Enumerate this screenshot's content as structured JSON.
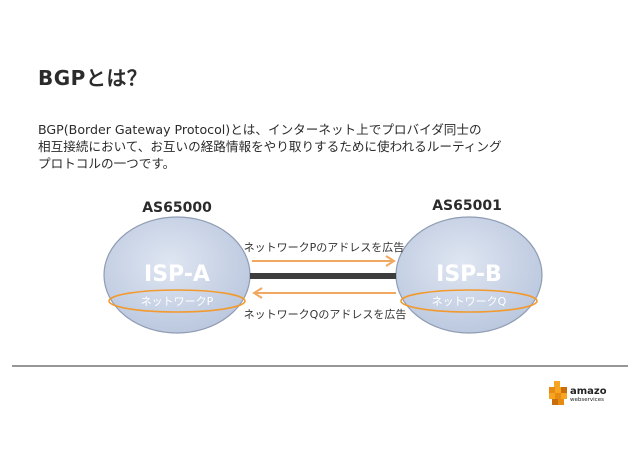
{
  "slide": {
    "title": "BGPとは？",
    "description": [
      "BGP(Border Gateway Protocol)とは、インターネット上でプロバイダ同士の",
      "相互接続において、お互いの経路情報をやり取りするために使われるルーティング",
      "プロトコルの一つです。"
    ]
  },
  "diagram": {
    "left_node": {
      "as_number": "AS65000",
      "name": "ISP-A",
      "network": "ネットワークP"
    },
    "right_node": {
      "as_number": "AS65001",
      "name": "ISP-B",
      "network": "ネットワークQ"
    },
    "arrow_top_label": "ネットワークPのアドレスを広告",
    "arrow_bottom_label": "ネットワークQのアドレスを広告"
  },
  "footer": {
    "logo_text_line1": "amazon",
    "logo_text_line2": "webservices"
  },
  "colors": {
    "ellipse_fill": "#ccd6e8",
    "network_oval": "#f29a2e",
    "link_line": "#3d3d3d",
    "arrow": "#f0a860",
    "divider": "#595959",
    "node_text": "#ffffff"
  }
}
